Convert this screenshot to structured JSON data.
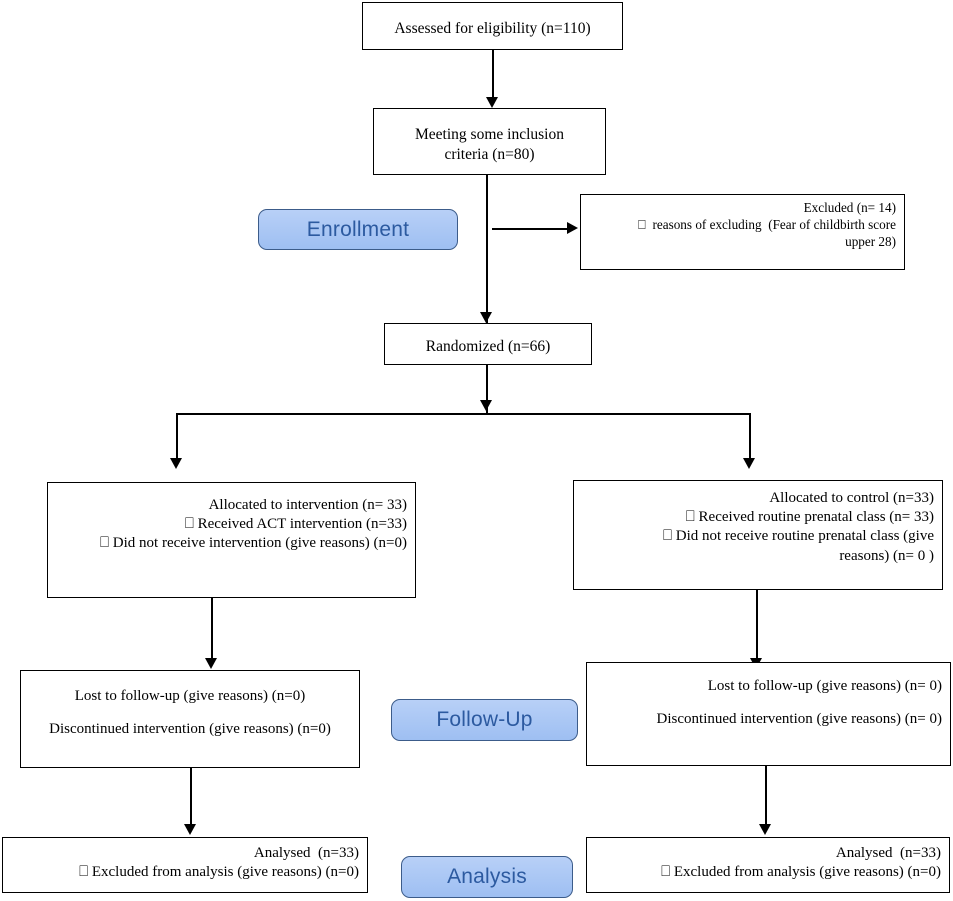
{
  "diagram": {
    "title": "CONSORT participant flow diagram",
    "accent_color": "#a4c2f4",
    "badge_text_color": "#2c5aa0",
    "badge_border_color": "#3c5c8a",
    "line_color": "#000000"
  },
  "stages": {
    "enrollment": "Enrollment",
    "followup": "Follow-Up",
    "analysis": "Analysis"
  },
  "boxes": {
    "assessed": {
      "lines": [
        "Assessed for eligibility (n=110)"
      ]
    },
    "inclusion": {
      "lines": [
        "Meeting some inclusion",
        "criteria (n=80)"
      ]
    },
    "excluded": {
      "lines": [
        "Excluded (n= 14)",
        "⎕  reasons of excluding  (Fear of childbirth score",
        "upper 28)"
      ]
    },
    "randomized": {
      "lines": [
        "Randomized (n=66)"
      ]
    },
    "allocated_intervention": {
      "lines": [
        "Allocated to intervention (n= 33)",
        "⎕ Received ACT intervention (n=33)",
        "⎕ Did not receive intervention (give reasons) (n=0)"
      ]
    },
    "allocated_control": {
      "lines": [
        "Allocated to control (n=33)",
        "⎕ Received routine prenatal class (n= 33)",
        "⎕ Did not receive routine prenatal class (give",
        "reasons) (n= 0 )"
      ]
    },
    "followup_intervention": {
      "lines": [
        "Lost to follow-up (give reasons) (n=0)",
        "Discontinued intervention (give reasons) (n=0)"
      ]
    },
    "followup_control": {
      "lines": [
        "Lost to follow-up (give reasons) (n= 0)",
        "Discontinued intervention (give reasons) (n= 0)"
      ]
    },
    "analysis_intervention": {
      "lines": [
        "Analysed  (n=33)",
        "⎕ Excluded from analysis (give reasons) (n=0)"
      ]
    },
    "analysis_control": {
      "lines": [
        "Analysed  (n=33)",
        "⎕ Excluded from analysis (give reasons) (n=0)"
      ]
    }
  }
}
